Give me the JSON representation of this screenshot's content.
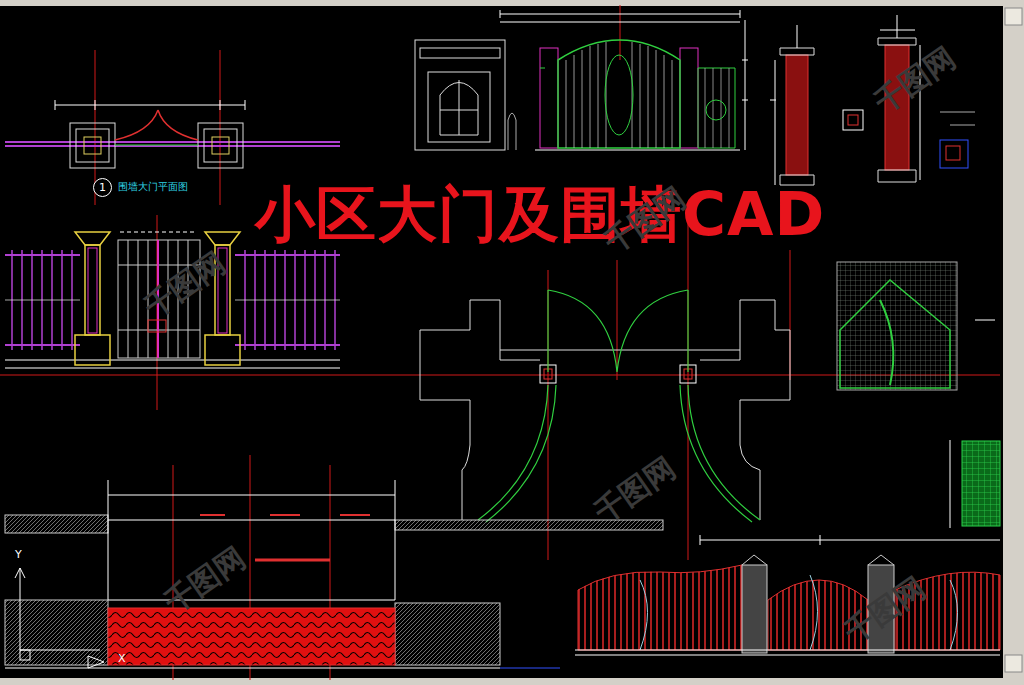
{
  "diagram": {
    "title": "小区大门及围墙CAD",
    "nodes": [
      {
        "text": [
          "1"
        ]
      }
    ],
    "labels": [
      "围墙大门平面图",
      "Y",
      "X",
      "千图网",
      "千图网",
      "千图网",
      "千图网",
      "千图网",
      "千图网"
    ]
  }
}
